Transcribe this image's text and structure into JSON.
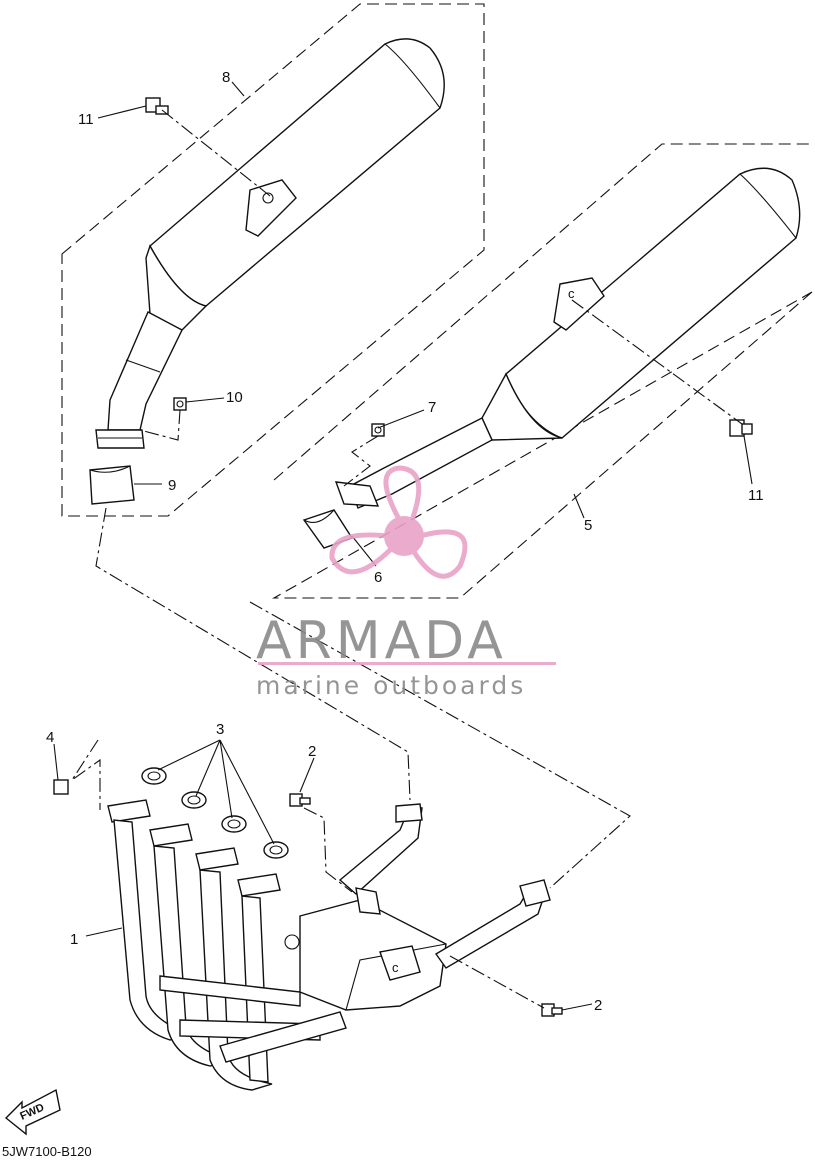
{
  "callouts": {
    "c1": "1",
    "c2a": "2",
    "c2b": "2",
    "c3": "3",
    "c4": "4",
    "c5": "5",
    "c6": "6",
    "c7": "7",
    "c8": "8",
    "c9": "9",
    "c10": "10",
    "c11a": "11",
    "c11b": "11"
  },
  "fwd_label": "FWD",
  "diagram_code": "5JW7100-B120",
  "watermark": {
    "title": "ARMADA",
    "subtitle": "marine outboards",
    "accent_color": "#e8a2c8",
    "text_color": "#8a8a8a"
  }
}
